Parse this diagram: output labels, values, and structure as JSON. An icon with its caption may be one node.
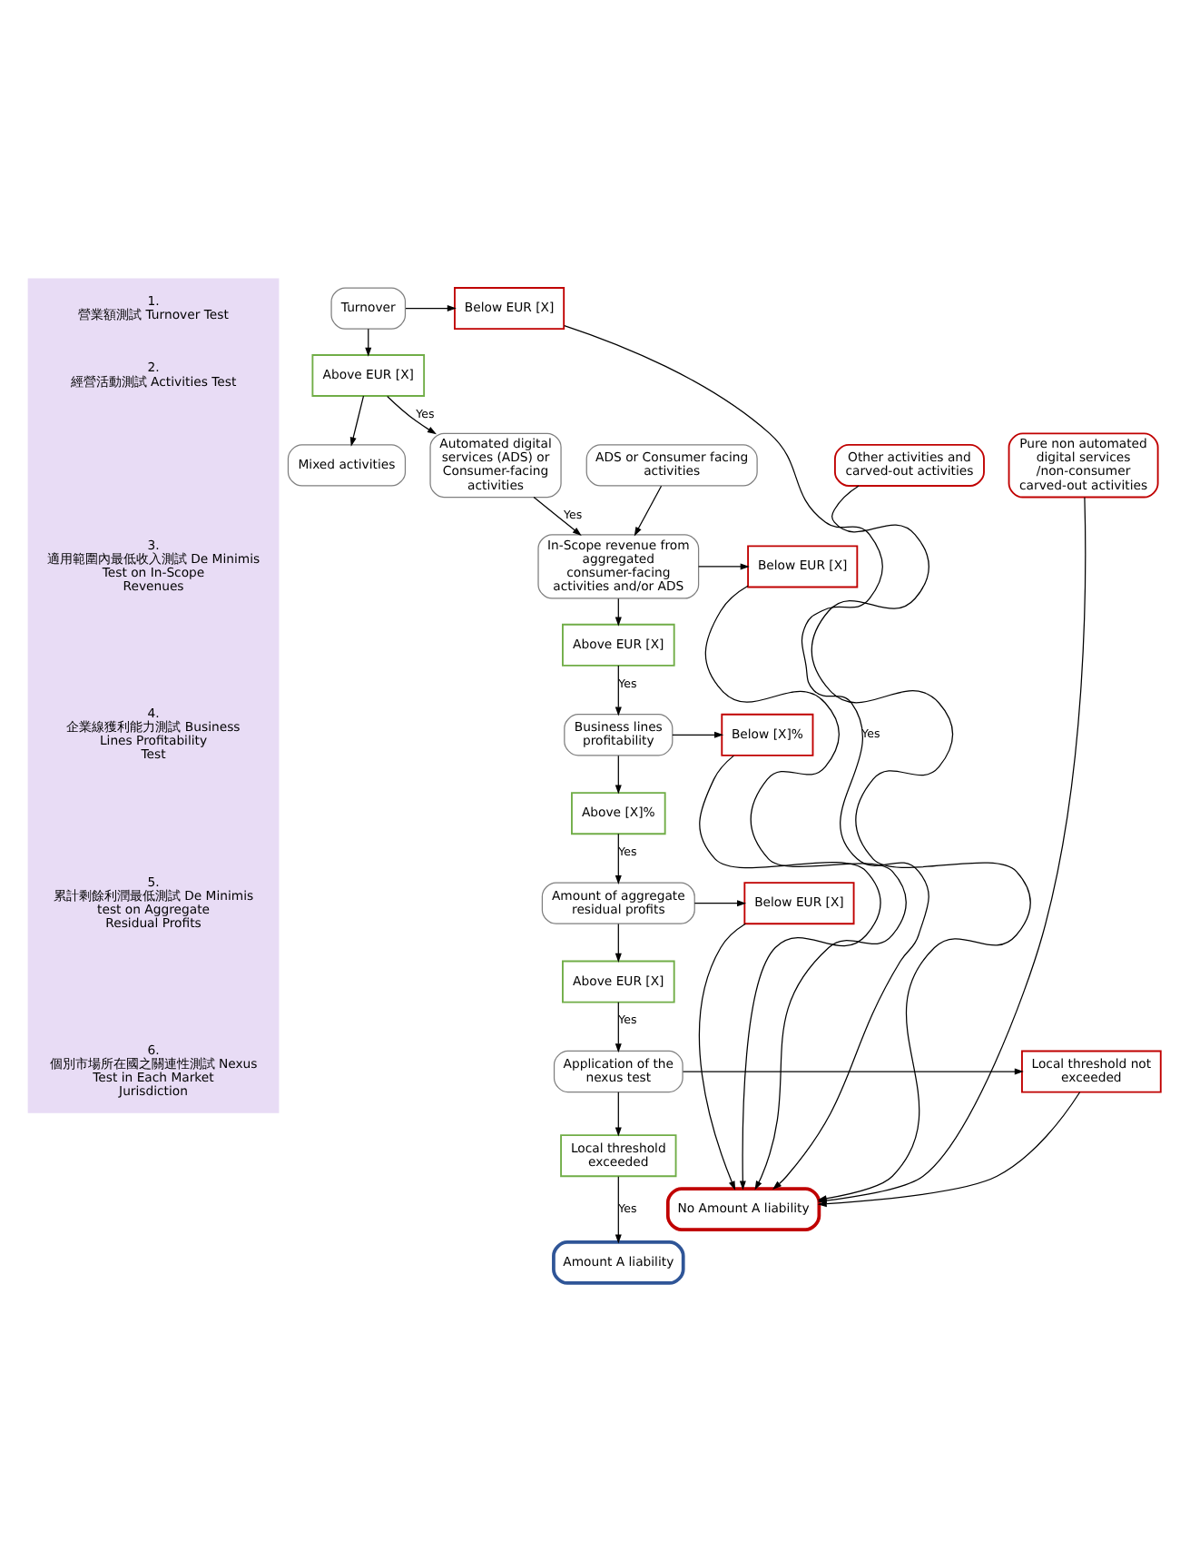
{
  "diagram": {
    "nodes": [
      {
        "text": [
          "Turnover"
        ]
      },
      {
        "text": [
          "Below EUR [X]"
        ]
      },
      {
        "text": [
          "Above EUR [X]"
        ]
      },
      {
        "text": [
          "Automated digital services (ADS) or Consumer-facing activities"
        ]
      },
      {
        "text": [
          "Mixed activities"
        ]
      },
      {
        "text": [
          "ADS or Consumer facing activities"
        ]
      },
      {
        "text": [
          "Other activities and carved-out activities"
        ]
      },
      {
        "text": [
          "Pure non automated digital services /non-consumer carved-out activities"
        ]
      },
      {
        "text": [
          "In-Scope revenue from aggregated consumer-facing activities and/or ADS"
        ]
      },
      {
        "text": [
          "Below EUR [X]"
        ]
      },
      {
        "text": [
          "No Amount A liability"
        ]
      },
      {
        "text": [
          "Above EUR [X]"
        ]
      },
      {
        "text": [
          "Business lines profitability"
        ]
      },
      {
        "text": [
          "Below [X]%"
        ]
      },
      {
        "text": [
          "Above [X]%"
        ]
      },
      {
        "text": [
          "Amount of aggregate residual profits"
        ]
      },
      {
        "text": [
          "Below EUR [X]"
        ]
      },
      {
        "text": [
          "Above EUR [X]"
        ]
      },
      {
        "text": [
          "Application of the nexus test"
        ]
      },
      {
        "text": [
          "Local threshold not exceeded"
        ]
      },
      {
        "text": [
          "Local threshold exceeded"
        ]
      },
      {
        "text": [
          "Amount A liability"
        ]
      },
      {
        "text": [],
        "shape": "box"
      },
      {
        "text": [
          "1.",
          "營業額測試 Turnover Test"
        ],
        "in": 22
      },
      {
        "text": [
          "2.",
          "經營活動測試 Activities Test"
        ],
        "in": 22
      },
      {
        "text": [
          "3.",
          "適用範圍內最低收入測試 De Minimis Test on In-Scope Revenues"
        ],
        "in": 22
      },
      {
        "text": [
          "4.",
          "企業線獲利能力測試 Business Lines Profitability Test"
        ],
        "in": 22
      },
      {
        "text": [
          "5.",
          "累計剩餘利潤最低測試 De Minimis test on Aggregate Residual Profits"
        ],
        "in": 22
      },
      {
        "text": [
          "6.",
          "個別市場所在國之關連性測試 Nexus Test in Each Market Jurisdiction"
        ],
        "in": 22
      }
    ],
    "edges": [
      {
        "from": 0,
        "to": 1,
        "arrow": "to"
      },
      {
        "from": 1,
        "to": 10,
        "arrow": "to",
        "label": "Yes"
      },
      {
        "from": 0,
        "to": 2,
        "arrow": "to"
      },
      {
        "from": 2,
        "to": 3,
        "arrow": "to",
        "label": "Yes"
      },
      {
        "from": 2,
        "to": 4,
        "arrow": "to"
      },
      {
        "from": 3,
        "to": 8,
        "arrow": "to",
        "label": "Yes"
      },
      {
        "from": 5,
        "to": 8,
        "arrow": "to"
      },
      {
        "from": 6,
        "to": 10,
        "arrow": "to"
      },
      {
        "from": 7,
        "to": 10,
        "arrow": "to"
      },
      {
        "from": 8,
        "to": 9,
        "arrow": "to"
      },
      {
        "from": 9,
        "to": 10,
        "arrow": "to"
      },
      {
        "from": 8,
        "to": 11,
        "arrow": "to"
      },
      {
        "from": 11,
        "to": 12,
        "arrow": "to",
        "label": "Yes"
      },
      {
        "from": 12,
        "to": 13,
        "arrow": "to"
      },
      {
        "from": 13,
        "to": 10,
        "arrow": "to"
      },
      {
        "from": 12,
        "to": 14,
        "arrow": "to"
      },
      {
        "from": 14,
        "to": 15,
        "arrow": "to",
        "label": "Yes"
      },
      {
        "from": 15,
        "to": 16,
        "arrow": "to"
      },
      {
        "from": 16,
        "to": 10,
        "arrow": "to"
      },
      {
        "from": 15,
        "to": 17,
        "arrow": "to"
      },
      {
        "from": 17,
        "to": 18,
        "arrow": "to",
        "label": "Yes"
      },
      {
        "from": 18,
        "to": 19,
        "arrow": "to"
      },
      {
        "from": 19,
        "to": 10,
        "arrow": "to"
      },
      {
        "from": 18,
        "to": 20,
        "arrow": "to"
      },
      {
        "from": 20,
        "to": 21,
        "arrow": "to",
        "label": "Yes"
      }
    ]
  }
}
